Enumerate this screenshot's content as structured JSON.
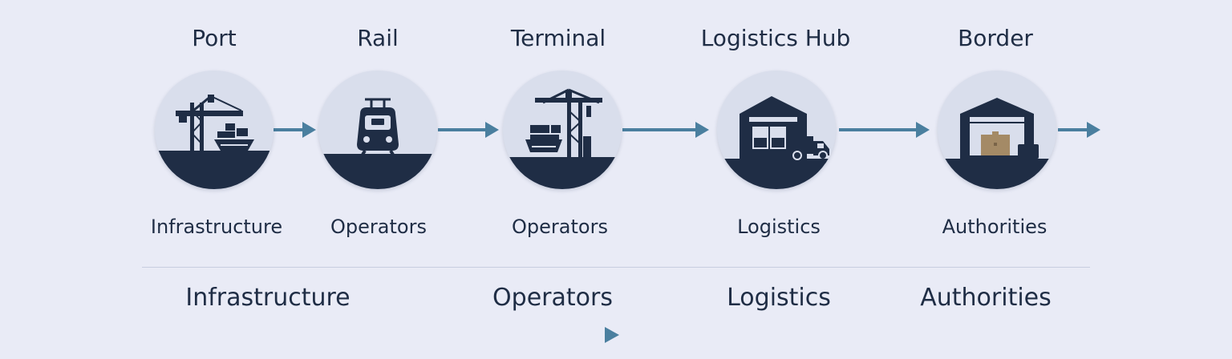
{
  "stages": [
    {
      "title": "Port",
      "role": "Infrastructure",
      "icon": "port-crane-ship-icon"
    },
    {
      "title": "Rail",
      "role": "Operators",
      "icon": "train-icon"
    },
    {
      "title": "Terminal",
      "role": "Operators",
      "icon": "terminal-crane-icon"
    },
    {
      "title": "Logistics Hub",
      "role": "Logistics",
      "icon": "warehouse-truck-icon"
    },
    {
      "title": "Border",
      "role": "Authorities",
      "icon": "customs-warehouse-icon"
    }
  ],
  "bottom_labels": [
    "Infrastructure",
    "Operators",
    "Logistics",
    "Authorities"
  ],
  "colors": {
    "background": "#e9ebf6",
    "icon_navy": "#1f2d45",
    "arrow_teal": "#4a7f9f",
    "circle_fill": "#d9deec",
    "cargo_tan": "#a48a66"
  }
}
